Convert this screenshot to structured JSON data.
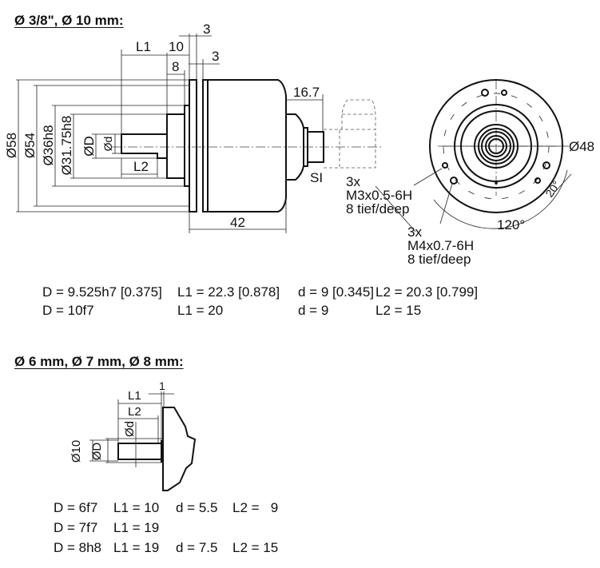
{
  "section1": {
    "title": "Ø 3/8\", Ø 10 mm:",
    "dims": {
      "L1": "L1",
      "L2": "L2",
      "d10": "10",
      "d8": "8",
      "d3a": "3",
      "d3b": "3",
      "d16_7": "16.7",
      "d42": "42",
      "SI": "SI",
      "o58": "Ø58",
      "o54": "Ø54",
      "o36": "Ø36h8",
      "o31": "Ø31.75h8",
      "oD": "ØD",
      "od": "Ød",
      "o48": "Ø48",
      "a120": "120°",
      "a20": "20°"
    },
    "note_m3": [
      "3x",
      "M3x0.5-6H",
      "8 tief/deep"
    ],
    "note_m4": [
      "3x",
      "M4x0.7-6H",
      "8 tief/deep"
    ],
    "specs": [
      [
        "D = 9.525h7 [0.375]",
        "L1 = 22.3 [0.878]",
        "d = 9 [0.345]",
        "L2 = 20.3 [0.799]"
      ],
      [
        "D = 10f7",
        "L1 = 20",
        "d = 9",
        "L2 = 15"
      ]
    ]
  },
  "section2": {
    "title": "Ø 6 mm, Ø 7 mm, Ø 8 mm:",
    "dims": {
      "L1": "L1",
      "L2": "L2",
      "d1": "1",
      "o10": "Ø10",
      "oD": "ØD",
      "od": "Ød"
    },
    "specs": [
      [
        "D = 6f7",
        "L1 = 10",
        "d = 5.5",
        "L2 =   9"
      ],
      [
        "D = 7f7",
        "L1 = 19",
        "",
        ""
      ],
      [
        "D = 8h8",
        "L1 = 19",
        "d = 7.5",
        "L2 = 15"
      ]
    ]
  }
}
